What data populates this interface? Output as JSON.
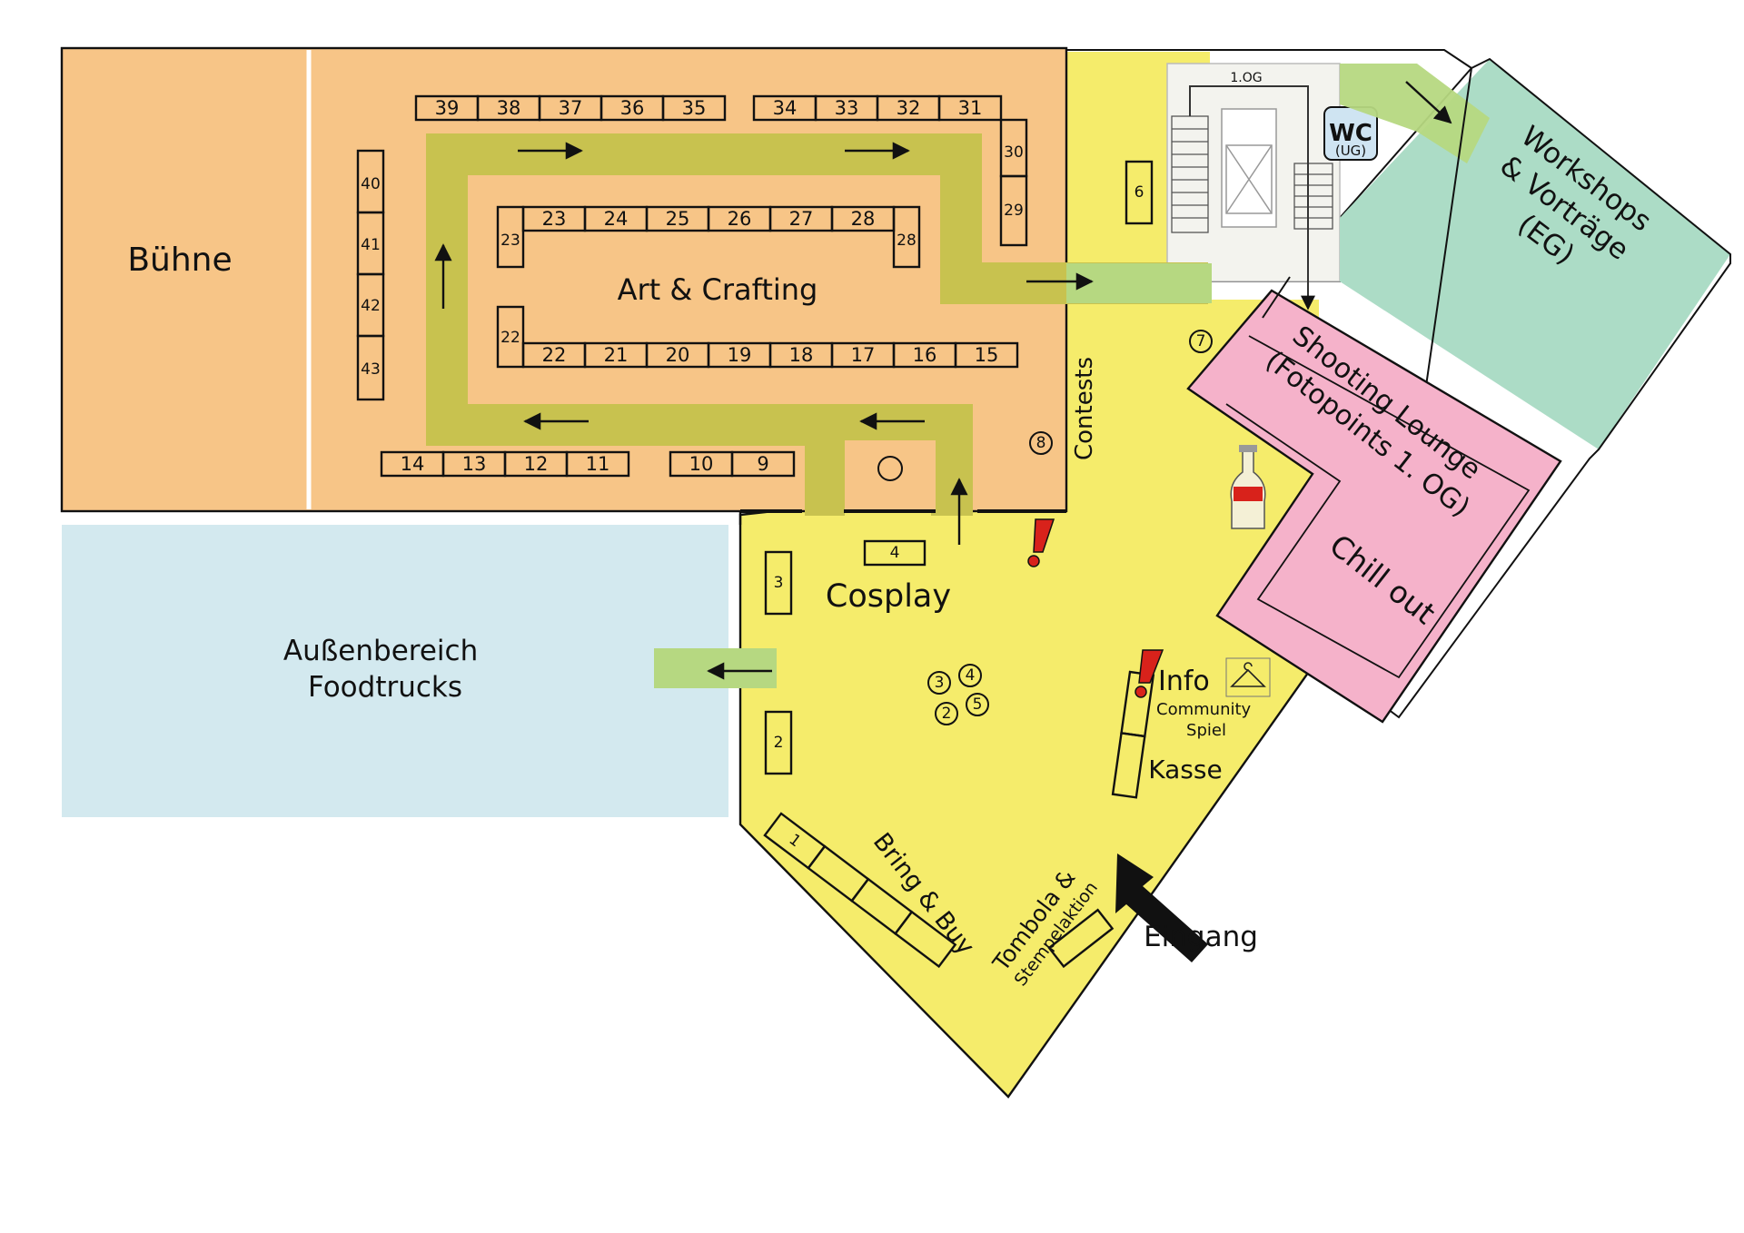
{
  "areas": {
    "stage": "Bühne",
    "art": "Art & Crafting",
    "outside_line1": "Außenbereich",
    "outside_line2": "Foodtrucks",
    "contests": "Contests",
    "cosplay": "Cosplay",
    "workshops_line1": "Workshops",
    "workshops_line2": "& Vorträge",
    "workshops_line3": "(EG)",
    "shooting_line1": "Shooting Lounge",
    "shooting_line2": "(Fotopoints 1. OG)",
    "chill": "Chill out",
    "info": "Info",
    "community_line1": "Community",
    "community_line2": "Spiel",
    "kasse": "Kasse",
    "bring_buy": "Bring & Buy",
    "tombola_line1": "Tombola &",
    "tombola_line2": "Stempelaktion",
    "entrance": "Eingang",
    "wc": "WC",
    "wc_sub": "(UG)",
    "floor_label": "1.OG"
  },
  "booths": {
    "b39": "39",
    "b38": "38",
    "b37": "37",
    "b36": "36",
    "b35": "35",
    "b34": "34",
    "b33": "33",
    "b32": "32",
    "b31": "31",
    "b30": "30",
    "b29": "29",
    "b40": "40",
    "b41": "41",
    "b42": "42",
    "b43": "43",
    "b23a": "23",
    "b23": "23",
    "b24": "24",
    "b25": "25",
    "b26": "26",
    "b27": "27",
    "b28": "28",
    "b28a": "28",
    "b22a": "22",
    "b22": "22",
    "b21": "21",
    "b20": "20",
    "b19": "19",
    "b18": "18",
    "b17": "17",
    "b16": "16",
    "b15": "15",
    "b14": "14",
    "b13": "13",
    "b12": "12",
    "b11": "11",
    "b10": "10",
    "b9": "9",
    "b6": "6",
    "b4": "4",
    "b3": "3",
    "b2": "2",
    "b1": "1",
    "m7": "7",
    "m8": "8",
    "m3": "3",
    "m4": "4",
    "m2": "2",
    "m5": "5"
  },
  "colors": {
    "hall": "#f7c587",
    "lobby": "#f5ec6b",
    "outside": "#d3e9ef",
    "workshops": "#acdcc6",
    "shooting": "#f5b2ca",
    "path": "#c8c24f",
    "path_light": "#b6d881",
    "exclaim": "#d8221b"
  },
  "icons": [
    "arrow-icon",
    "coat-hanger-icon",
    "cola-bottle-icon",
    "exclamation-icon",
    "staircase-icon",
    "elevator-icon"
  ]
}
